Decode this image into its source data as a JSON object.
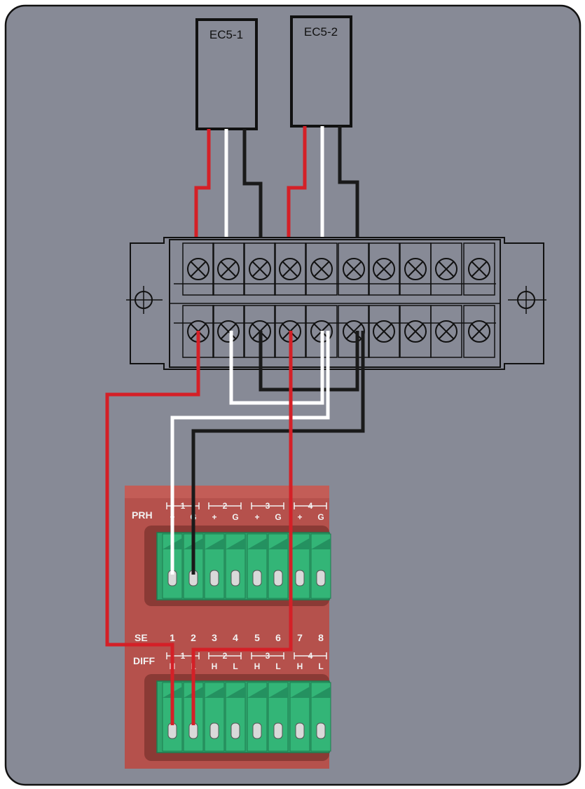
{
  "sensors": [
    {
      "label": "EC5-1"
    },
    {
      "label": "EC5-2"
    }
  ],
  "logger": {
    "top_row_label": "PRH",
    "top_channels": [
      "1",
      "2",
      "3",
      "4"
    ],
    "top_terminals": [
      "+",
      "G",
      "+",
      "G",
      "+",
      "G",
      "+",
      "G"
    ],
    "se_label": "SE",
    "se_numbers": [
      "1",
      "2",
      "3",
      "4",
      "5",
      "6",
      "7",
      "8"
    ],
    "diff_label": "DIFF",
    "diff_channels": [
      "1",
      "2",
      "3",
      "4"
    ],
    "diff_terminals": [
      "H",
      "L",
      "H",
      "L",
      "H",
      "L",
      "H",
      "L"
    ]
  },
  "colors": {
    "background": "#878a96",
    "panel": "#b5514c",
    "connector": "#2ea56d",
    "red_wire": "#d42027",
    "white_wire": "#ffffff",
    "black_wire": "#1a1a1a"
  }
}
